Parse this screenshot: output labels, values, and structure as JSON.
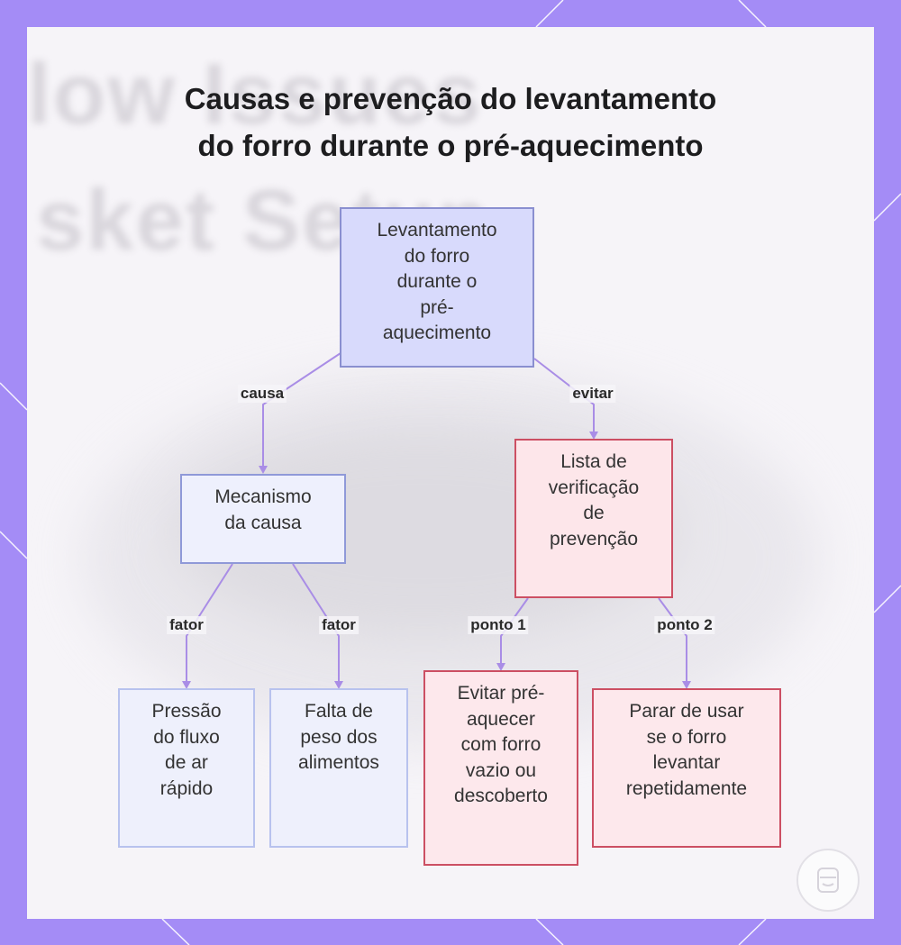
{
  "title": {
    "line1": "Causas e prevenção do levantamento",
    "line2": "do forro durante o pré-aquecimento"
  },
  "background_text": {
    "line1": "low Issues",
    "line2": "sket Setup"
  },
  "nodes": {
    "root": {
      "lines": [
        "Levantamento",
        "do forro",
        "durante o",
        "pré-",
        "aquecimento"
      ]
    },
    "mechanism": {
      "lines": [
        "Mecanismo",
        "da causa"
      ]
    },
    "checklist": {
      "lines": [
        "Lista de",
        "verificação",
        "de",
        "prevenção"
      ]
    },
    "airflow": {
      "lines": [
        "Pressão",
        "do fluxo",
        "de ar",
        "rápido"
      ]
    },
    "weight": {
      "lines": [
        "Falta de",
        "peso dos",
        "alimentos"
      ]
    },
    "avoid_empty": {
      "lines": [
        "Evitar pré-",
        "aquecer",
        "com forro",
        "vazio ou",
        "descoberto"
      ]
    },
    "stop_use": {
      "lines": [
        "Parar de usar",
        "se o forro",
        "levantar",
        "repetidamente"
      ]
    }
  },
  "edge_labels": {
    "causa": "causa",
    "evitar": "evitar",
    "fator_1": "fator",
    "fator_2": "fator",
    "ponto_1": "ponto 1",
    "ponto_2": "ponto 2"
  },
  "colors": {
    "frame": "#a48cf6",
    "edge": "#a98de6",
    "cause_fill": "#d8dafc",
    "prevention_fill": "#fde6ea",
    "prevention_border": "#cc4f63"
  },
  "icons": {
    "watermark": "chef-logo-icon"
  }
}
